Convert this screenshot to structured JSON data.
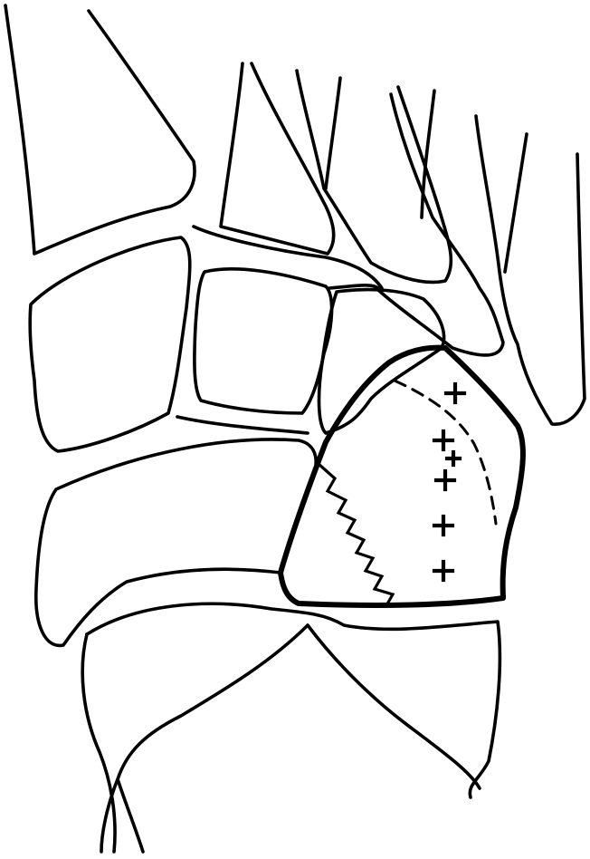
{
  "colors": {
    "background": "#ffffff",
    "ink": "#000000"
  },
  "figure": {
    "kind": "anatomical line drawing",
    "marks": {
      "plus_sign_count": 6,
      "dashed_line_count": 1,
      "zigzag_line_count": 1
    }
  }
}
